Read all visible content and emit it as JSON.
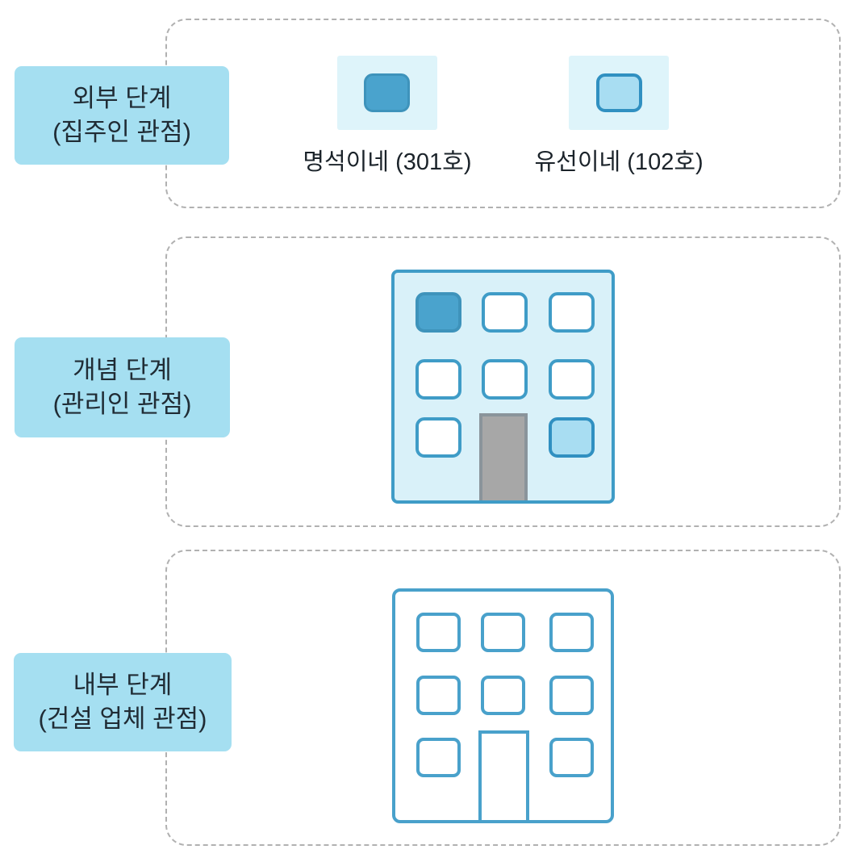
{
  "levels": {
    "external": {
      "name": "외부 단계",
      "perspective": "(집주인 관점)"
    },
    "conceptual": {
      "name": "개념 단계",
      "perspective": "(관리인 관점)"
    },
    "internal": {
      "name": "내부 단계",
      "perspective": "(건설 업체 관점)"
    }
  },
  "legend": {
    "items": [
      {
        "label": "명석이네 (301호)",
        "swatch": "solid-blue-rounded-square"
      },
      {
        "label": "유선이네 (102호)",
        "swatch": "light-blue-outlined-rounded-square"
      }
    ]
  },
  "buildings": {
    "conceptual": {
      "description": "apartment with 8 windows and gray door",
      "highlighted_units": [
        {
          "unit": "301호",
          "position": "top-left",
          "fill": "#4aa3cd"
        },
        {
          "unit": "102호",
          "position": "bottom-right",
          "fill": "#a8ddf2"
        }
      ]
    },
    "internal": {
      "description": "outline-only apartment blueprint with 8 windows and door"
    }
  },
  "colors": {
    "label_bg": "#a5dff1",
    "label_text": "#202c35",
    "panel_border": "#b1b1b1",
    "legend_swatch_bg": "#def4fa",
    "unit_dark_fill": "#4aa3cd",
    "unit_dark_border": "#3e93bb",
    "unit_light_fill": "#a8ddf2",
    "unit_light_border": "#3090c1",
    "building_fill": "#d9f1f9",
    "building_border": "#3f9cc7",
    "outline_building_border": "#49a1cb",
    "door_fill": "#a7a7a7"
  }
}
